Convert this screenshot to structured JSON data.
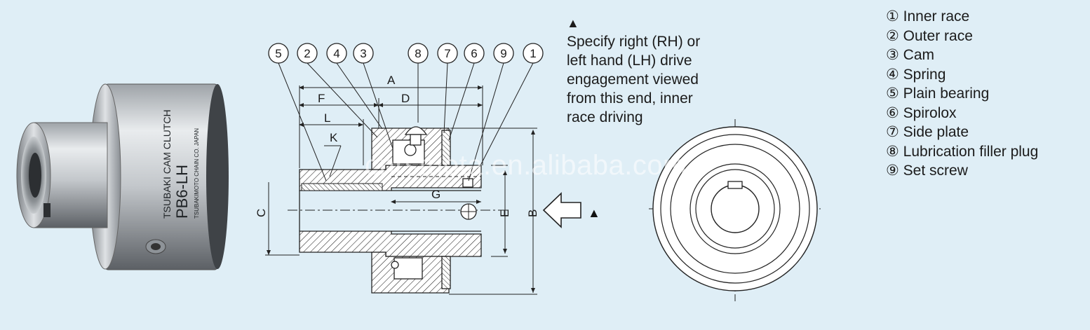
{
  "product_photo": {
    "label_lines": [
      "TSUBAKI CAM CLUTCH",
      "PB6-LH",
      "TSUBAKIMOTO CHAIN CO. JAPAN"
    ]
  },
  "callouts": [
    "5",
    "2",
    "4",
    "3",
    "8",
    "7",
    "6",
    "9",
    "1"
  ],
  "dimensions": {
    "A": "A",
    "F": "F",
    "D": "D",
    "L": "L",
    "K": "K",
    "G": "G",
    "C": "C",
    "E": "E",
    "B": "B"
  },
  "note": {
    "marker": "▲",
    "text": "Specify right (RH) or left hand (LH) drive engagement viewed from this end, inner race driving"
  },
  "arrow_marker": "▲",
  "legend": [
    {
      "num": "①",
      "label": "Inner race"
    },
    {
      "num": "②",
      "label": "Outer race"
    },
    {
      "num": "③",
      "label": "Cam"
    },
    {
      "num": "④",
      "label": "Spring"
    },
    {
      "num": "⑤",
      "label": "Plain bearing"
    },
    {
      "num": "⑥",
      "label": "Spirolox"
    },
    {
      "num": "⑦",
      "label": "Side plate"
    },
    {
      "num": "⑧",
      "label": "Lubrication filler plug"
    },
    {
      "num": "⑨",
      "label": "Set screw"
    }
  ],
  "watermark": "cnrstuota.en.alibaba.com",
  "colors": {
    "background": "#dfeef6",
    "steel_light": "#d8dce0",
    "steel_dark": "#55595e",
    "line": "#222222"
  }
}
